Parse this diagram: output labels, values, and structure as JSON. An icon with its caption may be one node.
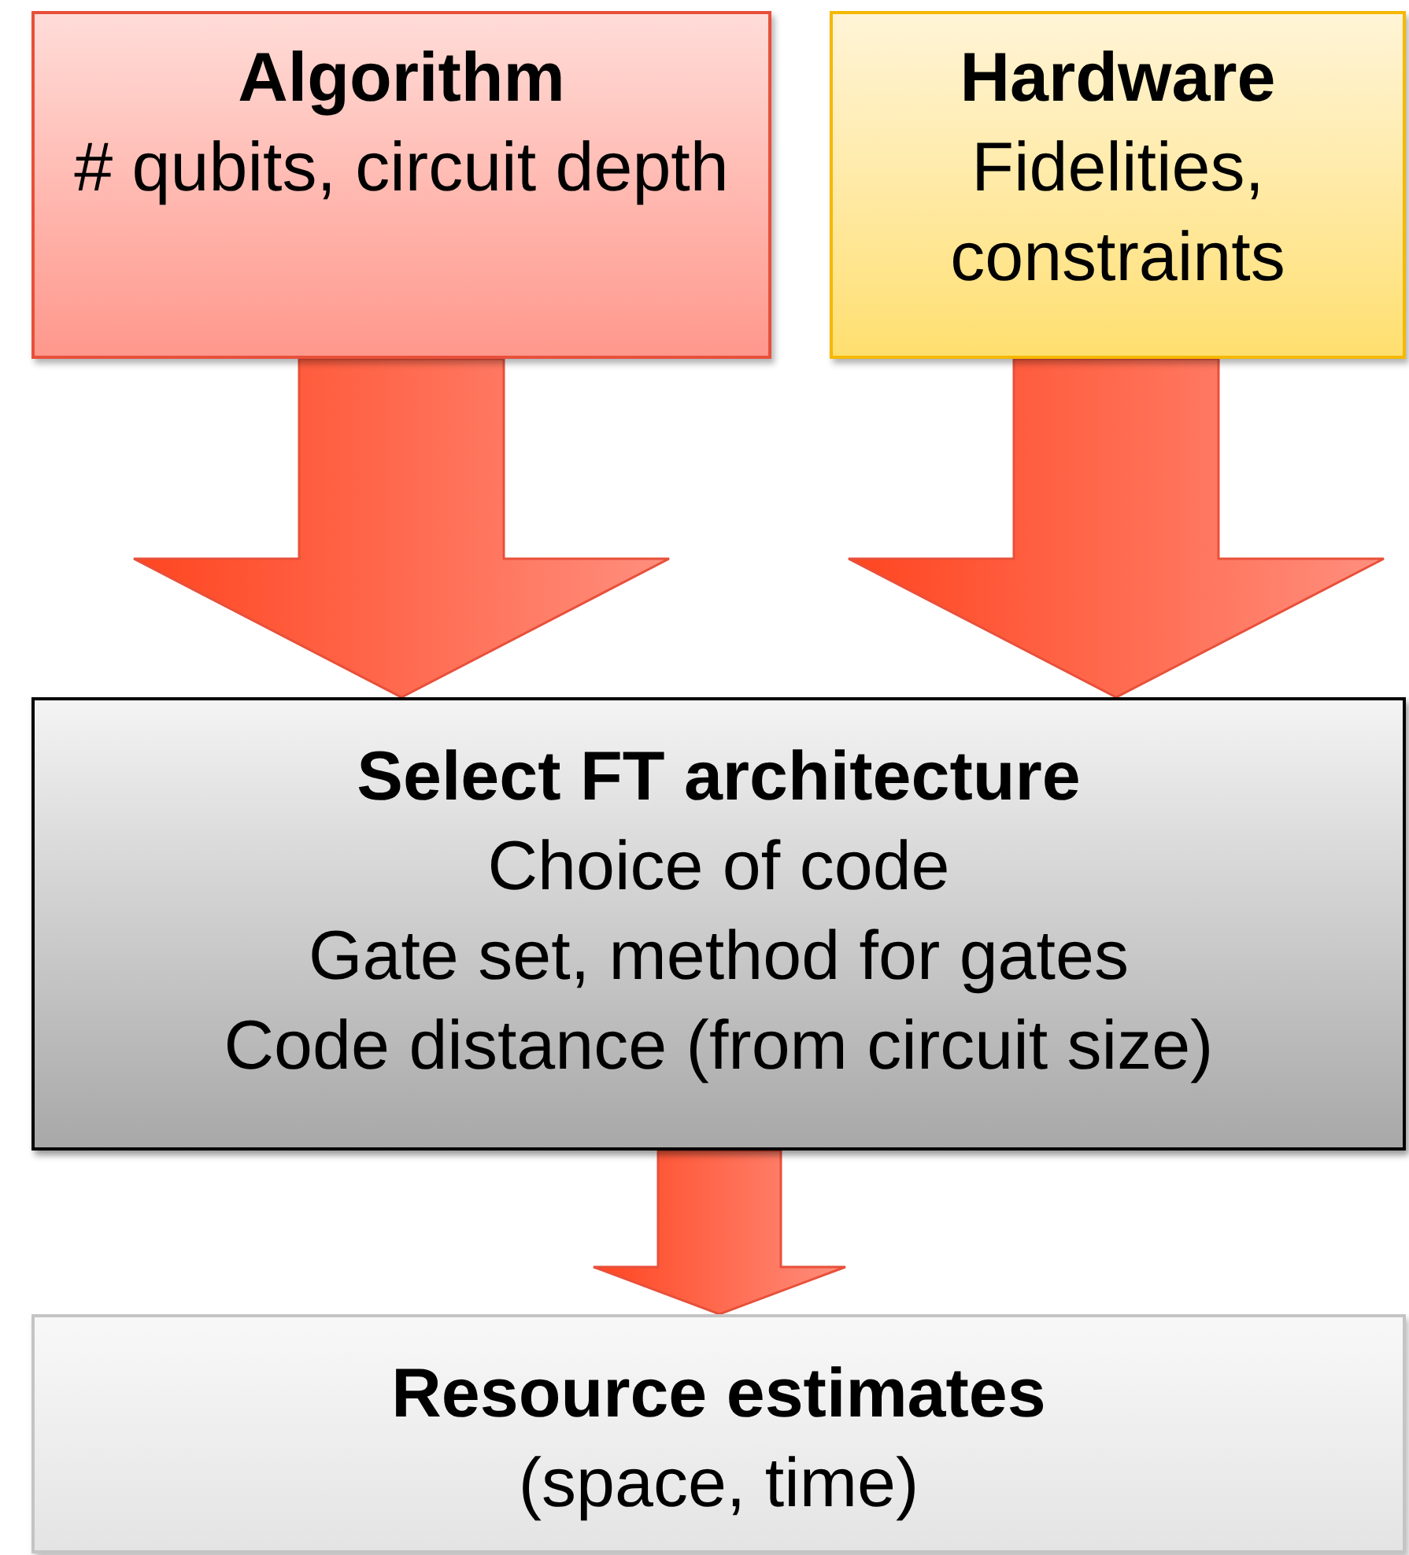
{
  "diagram": {
    "nodes": [
      {
        "text": [
          "Algorithm",
          "# qubits, circuit depth"
        ]
      },
      {
        "text": [
          "Hardware",
          "Fidelities, constraints"
        ]
      },
      {
        "text": [
          "Select FT architecture",
          "Choice of code",
          "Gate set, method for gates",
          "Code distance (from circuit size)"
        ]
      },
      {
        "text": [
          "Resource estimates",
          "(space, time)"
        ]
      }
    ],
    "edges": [
      {
        "from": 0,
        "to": 2,
        "arrow": "to"
      },
      {
        "from": 1,
        "to": 2,
        "arrow": "to"
      },
      {
        "from": 2,
        "to": 3,
        "arrow": "to"
      }
    ]
  }
}
